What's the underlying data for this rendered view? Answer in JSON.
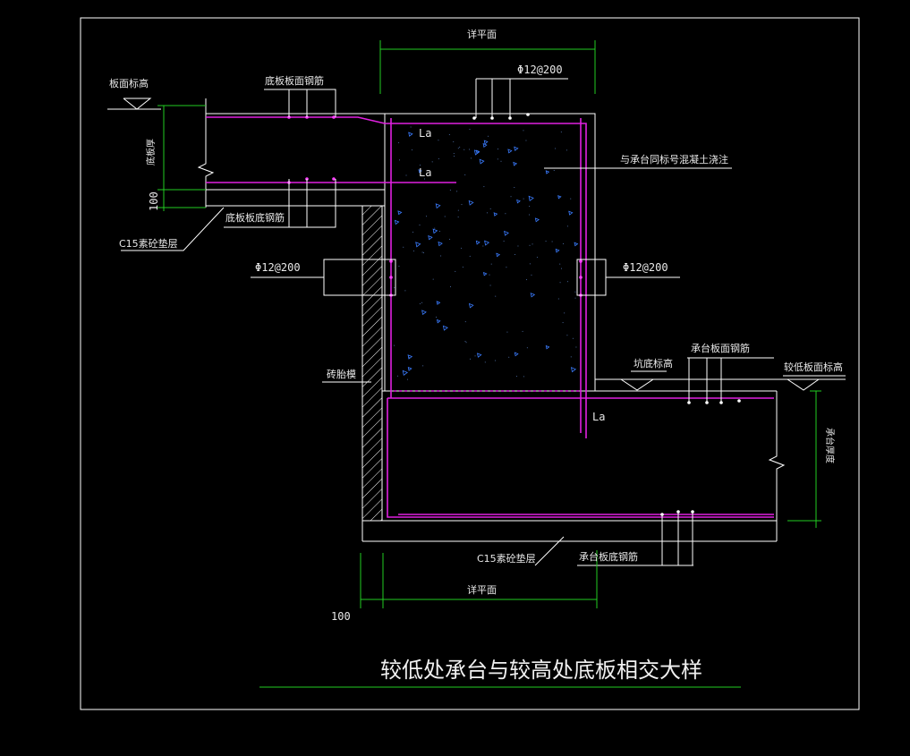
{
  "colors": {
    "background": "#000000",
    "frame": "#ffffff",
    "rebar": "#e020e0",
    "dimension": "#22cc22",
    "hatch": "#3a5cff"
  },
  "labels": {
    "top_dim": "详平面",
    "bottom_dim": "详平面",
    "dim_100_left": "100",
    "dim_100_bottom": "100",
    "slab_top_elev": "板面标高",
    "slab_thickness": "底板厚",
    "slab_top_rebar": "底板板面钢筋",
    "slab_bottom_rebar": "底板板底钢筋",
    "c15_cushion_left": "C15素砼垫层",
    "rebar_top": "Φ12@200",
    "rebar_left": "Φ12@200",
    "rebar_right": "Φ12@200",
    "la_1": "La",
    "la_2": "La",
    "la_3": "La",
    "concrete_note": "与承台同标号混凝土浇注",
    "brick_mold": "砖胎模",
    "pit_bottom_elev": "坑底标高",
    "cap_top_rebar": "承台板面钢筋",
    "lower_slab_top_elev": "较低板面标高",
    "cap_thickness": "承台厚度",
    "c15_cushion_bottom": "C15素砼垫层",
    "cap_bottom_rebar": "承台板底钢筋",
    "drawing_title": "较低处承台与较高处底板相交大样"
  }
}
